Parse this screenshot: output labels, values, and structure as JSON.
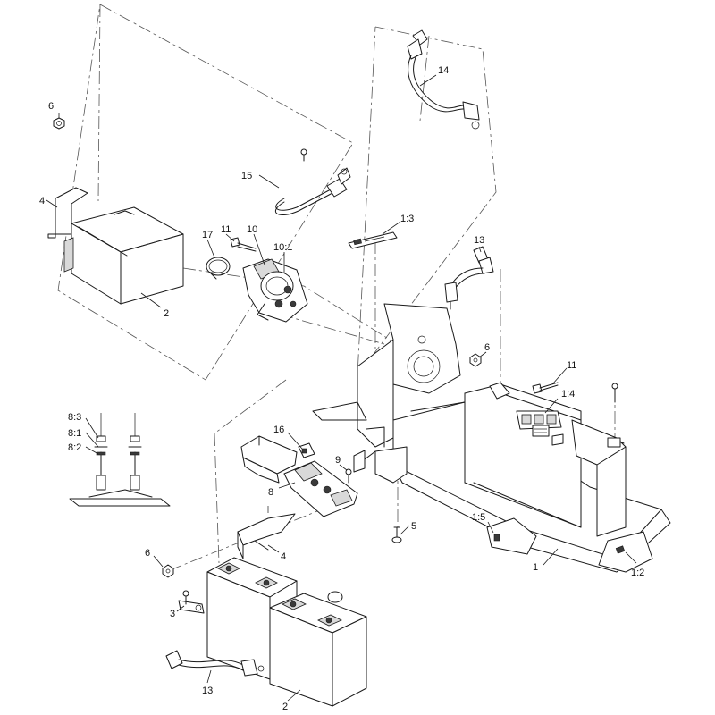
{
  "callouts": {
    "c1": "1",
    "c1_2": "1:2",
    "c1_3": "1:3",
    "c1_4": "1:4",
    "c1_5": "1:5",
    "c2a": "2",
    "c2b": "2",
    "c3": "3",
    "c4a": "4",
    "c4b": "4",
    "c5": "5",
    "c6a": "6",
    "c6b": "6",
    "c6c": "6",
    "c8": "8",
    "c8_1": "8:1",
    "c8_2": "8:2",
    "c8_3": "8:3",
    "c9": "9",
    "c10": "10",
    "c10_1": "10:1",
    "c11a": "11",
    "c11b": "11",
    "c13a": "13",
    "c13b": "13",
    "c14": "14",
    "c15": "15",
    "c16": "16",
    "c17": "17"
  }
}
